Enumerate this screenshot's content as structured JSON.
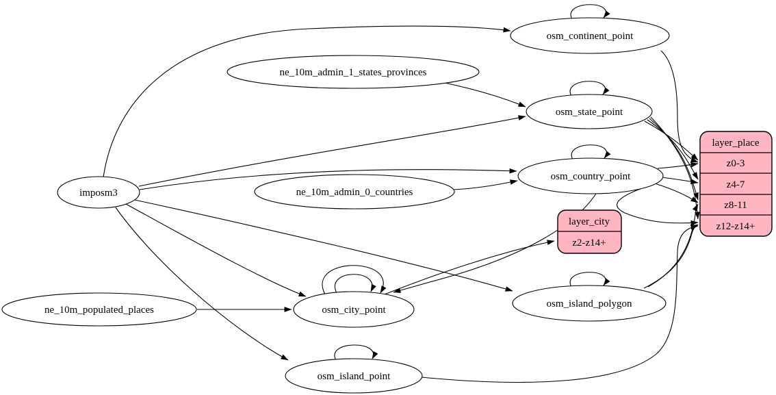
{
  "diagram": {
    "type": "graphviz-etl-digraph",
    "background_color": "#ffffff",
    "node_fill_color": "#ffffff",
    "record_fill_color": "#ffb6c1",
    "stroke_color": "#000000",
    "nodes": {
      "imposm3": {
        "label": "imposm3"
      },
      "ne_10m_admin_1_states_provinces": {
        "label": "ne_10m_admin_1_states_provinces"
      },
      "ne_10m_admin_0_countries": {
        "label": "ne_10m_admin_0_countries"
      },
      "ne_10m_populated_places": {
        "label": "ne_10m_populated_places"
      },
      "osm_continent_point": {
        "label": "osm_continent_point"
      },
      "osm_state_point": {
        "label": "osm_state_point"
      },
      "osm_country_point": {
        "label": "osm_country_point"
      },
      "osm_city_point": {
        "label": "osm_city_point"
      },
      "osm_island_polygon": {
        "label": "osm_island_polygon"
      },
      "osm_island_point": {
        "label": "osm_island_point"
      }
    },
    "records": {
      "layer_place": {
        "title": "layer_place",
        "rows": [
          "z0-3",
          "z4-7",
          "z8-11",
          "z12-z14+"
        ]
      },
      "layer_city": {
        "title": "layer_city",
        "rows": [
          "z2-z14+"
        ]
      }
    },
    "edges": [
      {
        "from": "imposm3",
        "to": "osm_continent_point"
      },
      {
        "from": "imposm3",
        "to": "osm_state_point"
      },
      {
        "from": "imposm3",
        "to": "osm_country_point"
      },
      {
        "from": "imposm3",
        "to": "osm_city_point"
      },
      {
        "from": "imposm3",
        "to": "osm_island_polygon"
      },
      {
        "from": "imposm3",
        "to": "osm_island_point"
      },
      {
        "from": "ne_10m_admin_1_states_provinces",
        "to": "osm_state_point"
      },
      {
        "from": "ne_10m_admin_0_countries",
        "to": "osm_country_point"
      },
      {
        "from": "ne_10m_populated_places",
        "to": "osm_city_point"
      },
      {
        "from": "osm_continent_point",
        "to": "osm_continent_point",
        "self_loop": true
      },
      {
        "from": "osm_state_point",
        "to": "osm_state_point",
        "self_loop": true
      },
      {
        "from": "osm_country_point",
        "to": "osm_country_point",
        "self_loop": true
      },
      {
        "from": "osm_city_point",
        "to": "osm_city_point",
        "self_loop": true
      },
      {
        "from": "osm_city_point",
        "to": "osm_city_point",
        "self_loop": true
      },
      {
        "from": "osm_island_polygon",
        "to": "osm_island_polygon",
        "self_loop": true
      },
      {
        "from": "osm_island_point",
        "to": "osm_island_point",
        "self_loop": true
      },
      {
        "from": "osm_continent_point",
        "to": "layer_place",
        "to_port": "z0-3"
      },
      {
        "from": "osm_state_point",
        "to": "layer_place",
        "to_port": "z0-3"
      },
      {
        "from": "osm_state_point",
        "to": "layer_place",
        "to_port": "z4-7"
      },
      {
        "from": "osm_state_point",
        "to": "layer_place",
        "to_port": "z8-11"
      },
      {
        "from": "osm_state_point",
        "to": "layer_place",
        "to_port": "z12-z14+"
      },
      {
        "from": "osm_country_point",
        "to": "layer_place",
        "to_port": "z0-3"
      },
      {
        "from": "osm_country_point",
        "to": "layer_place",
        "to_port": "z4-7"
      },
      {
        "from": "osm_country_point",
        "to": "layer_place",
        "to_port": "z8-11"
      },
      {
        "from": "osm_country_point",
        "to": "layer_place",
        "to_port": "z12-z14+"
      },
      {
        "from": "osm_country_point",
        "to": "osm_city_point"
      },
      {
        "from": "osm_city_point",
        "to": "layer_city",
        "to_port": "z2-z14+"
      },
      {
        "from": "osm_island_polygon",
        "to": "layer_place",
        "to_port": "z8-11"
      },
      {
        "from": "osm_island_polygon",
        "to": "layer_place",
        "to_port": "z12-z14+"
      },
      {
        "from": "osm_island_point",
        "to": "layer_place",
        "to_port": "z12-z14+"
      }
    ]
  }
}
